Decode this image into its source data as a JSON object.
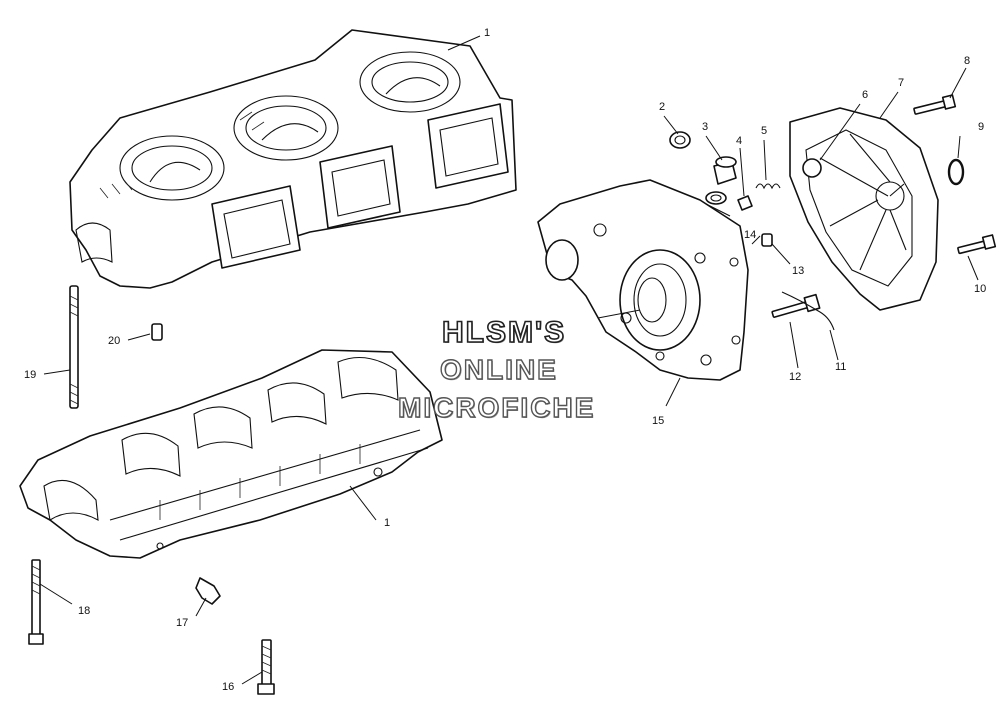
{
  "diagram": {
    "callouts": [
      "1",
      "1",
      "2",
      "3",
      "4",
      "5",
      "6",
      "7",
      "8",
      "9",
      "10",
      "11",
      "12",
      "13",
      "14",
      "15",
      "16",
      "17",
      "18",
      "19",
      "20"
    ]
  },
  "watermark": {
    "line1": "HLSM'S",
    "line2": "ONLINE",
    "line3": "MICROFICHE"
  }
}
